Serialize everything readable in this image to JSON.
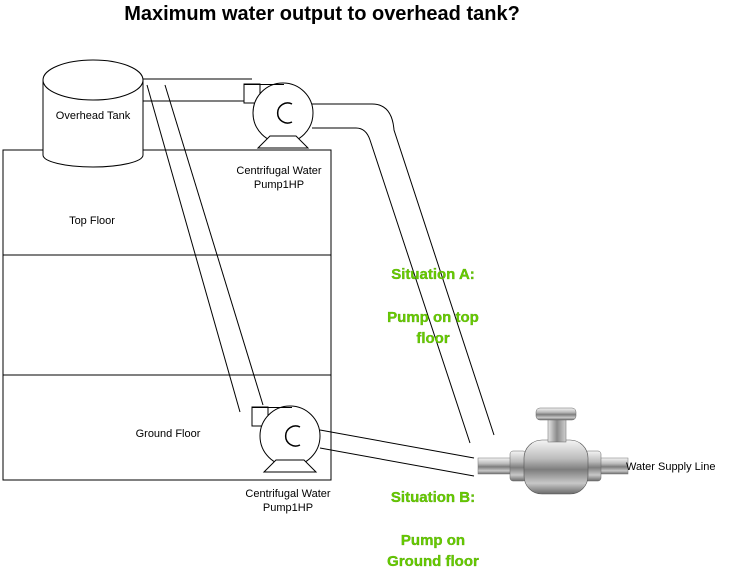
{
  "title": "Maximum water output to overhead tank?",
  "tank": {
    "label": "Overhead Tank"
  },
  "floors": {
    "top": "Top Floor",
    "ground": "Ground Floor"
  },
  "pump_top": {
    "label_line1": "Centrifugal Water",
    "label_line2": "Pump1HP"
  },
  "pump_ground": {
    "label_line1": "Centrifugal Water",
    "label_line2": "Pump1HP"
  },
  "supply": {
    "label": "Water Supply Line"
  },
  "situation_a": {
    "heading": "Situation A:",
    "line1": "Pump on top",
    "line2": "floor"
  },
  "situation_b": {
    "heading": "Situation B:",
    "line1": "Pump on",
    "line2": "Ground floor"
  },
  "colors": {
    "situation_text": "#66cc00",
    "lines": "#000000",
    "valve_metal": "#9a9a9a"
  },
  "icons": {
    "pump": "centrifugal-pump-icon",
    "valve": "ball-valve-icon"
  }
}
